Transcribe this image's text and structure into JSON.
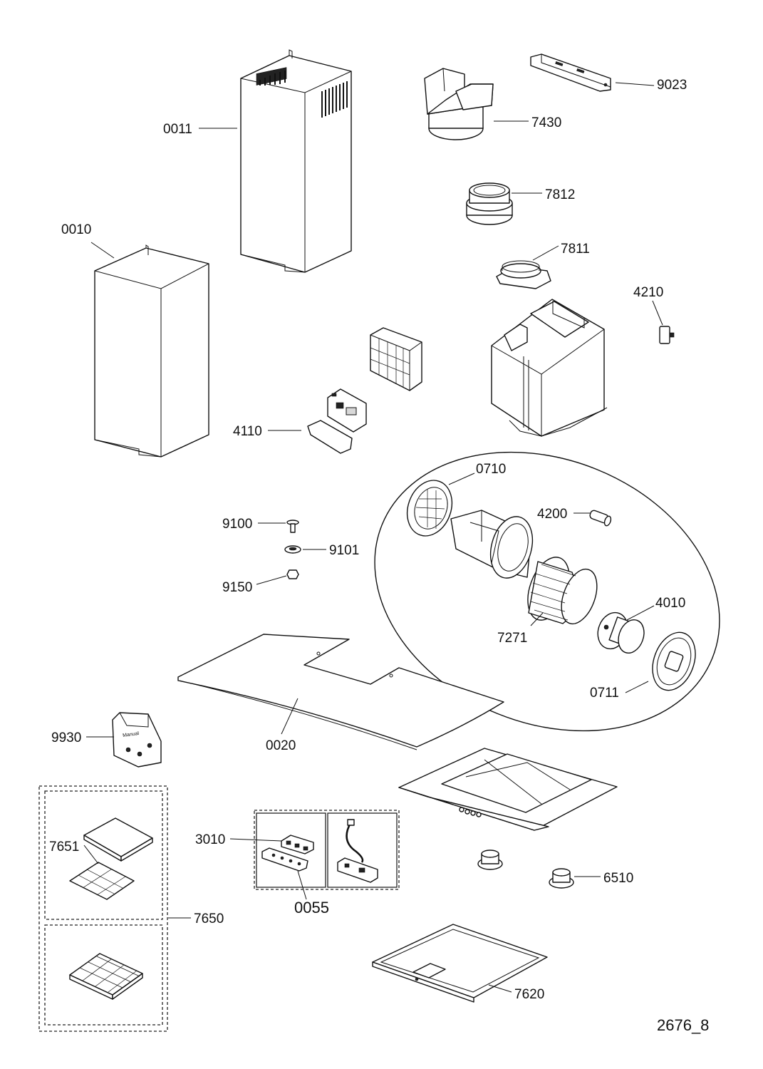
{
  "drawing_reference": "2676_8",
  "parts": {
    "chimney_upper": "0011",
    "chimney_lower": "0010",
    "valve_adapter": "7430",
    "mounting_bracket": "9023",
    "duct_ring": "7812",
    "flange": "7811",
    "switch": "4210",
    "electronic_board": "4110",
    "fan_cover_front": "0710",
    "capacitor": "4200",
    "screw": "9100",
    "washer": "9101",
    "nut": "9150",
    "impeller": "7271",
    "motor": "4010",
    "fan_cover_back": "0711",
    "glass_panel": "0020",
    "installation_kit": "9930",
    "carbon_filter": "7651",
    "filter_kit": "7650",
    "control_board": "3010",
    "control_panel": "0055",
    "knob": "6510",
    "grease_filter": "7620"
  }
}
